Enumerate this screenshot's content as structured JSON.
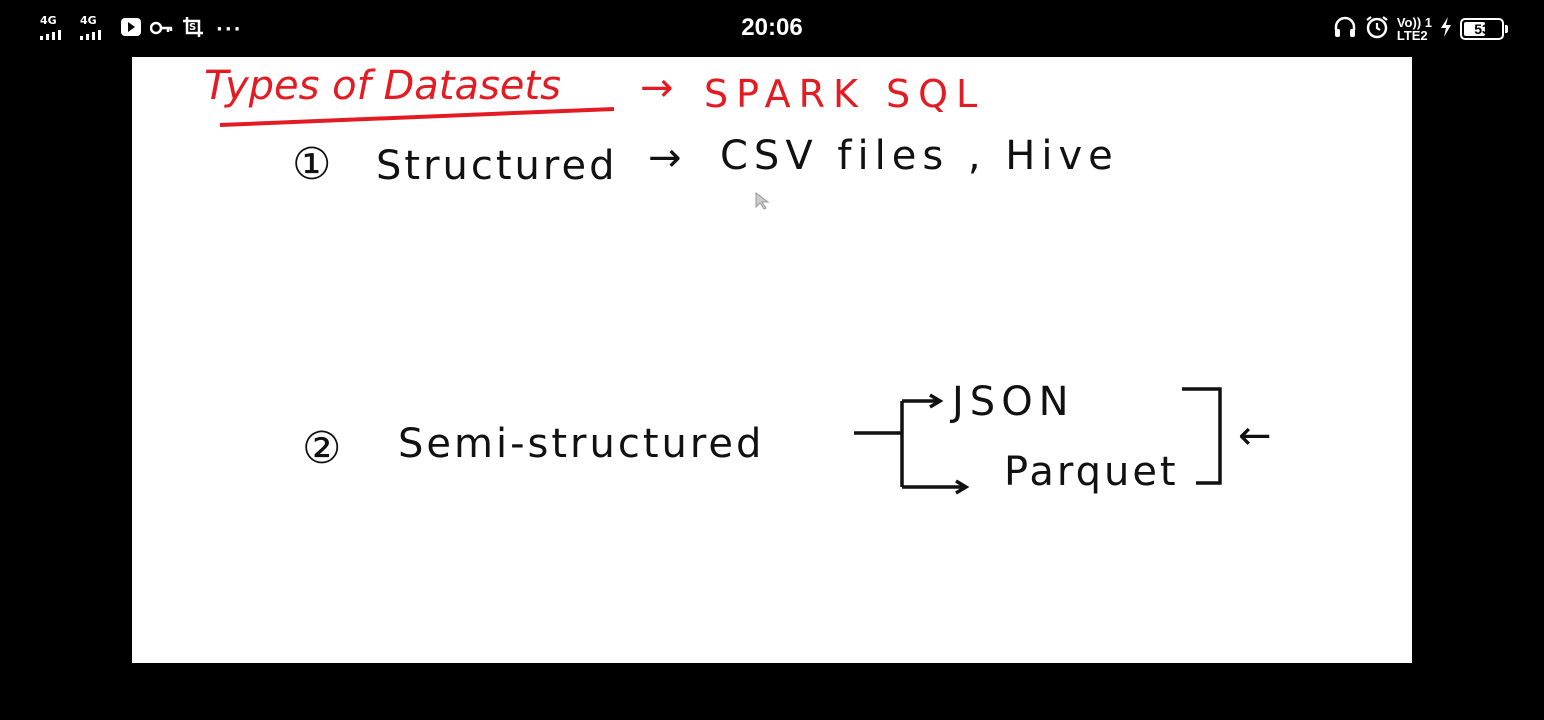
{
  "status_bar": {
    "network_1": "4G",
    "network_2": "4G",
    "time": "20:06",
    "volte_top": "Vo)) 1",
    "volte_bottom": "LTE2",
    "battery": "53",
    "battery_level": 0.53,
    "icons": [
      "signal-icon",
      "signal-icon",
      "youtube-icon",
      "key-icon",
      "screenshot-icon",
      "more-icon",
      "headphones-icon",
      "alarm-icon",
      "charging-icon",
      "battery-icon"
    ]
  },
  "whiteboard": {
    "title": "Types of Datasets",
    "title_arrow": "→",
    "title_target": "SPARK SQL",
    "item1_number": "①",
    "item1_label": "Structured",
    "item1_arrow": "→",
    "item1_examples": "CSV files ,  Hive",
    "item2_number": "②",
    "item2_label": "Semi-structured",
    "item2_branch_1": "JSON",
    "item2_branch_2": "Parquet",
    "item2_pointer": "←",
    "colors": {
      "title": "#e31b23",
      "ink": "#111111"
    }
  }
}
